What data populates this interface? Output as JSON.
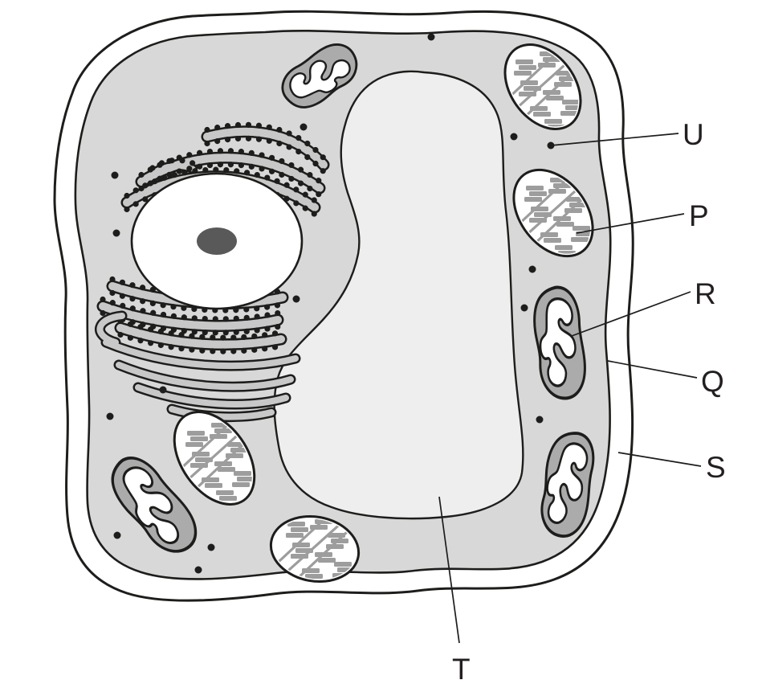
{
  "diagram": {
    "labels": [
      {
        "id": "U",
        "text": "U"
      },
      {
        "id": "P",
        "text": "P"
      },
      {
        "id": "R",
        "text": "R"
      },
      {
        "id": "Q",
        "text": "Q"
      },
      {
        "id": "S",
        "text": "S"
      },
      {
        "id": "T",
        "text": "T"
      }
    ],
    "colors": {
      "outline": "#1d1d1b",
      "cell_wall": "#ffffff",
      "cytoplasm": "#d8d8d8",
      "vacuole": "#eeeeee",
      "mitochondrion": "#ababab",
      "grana": "#9d9d9d",
      "er_band": "#c8c8c8",
      "nucleolus": "#595959",
      "label_text": "#231f20"
    }
  }
}
